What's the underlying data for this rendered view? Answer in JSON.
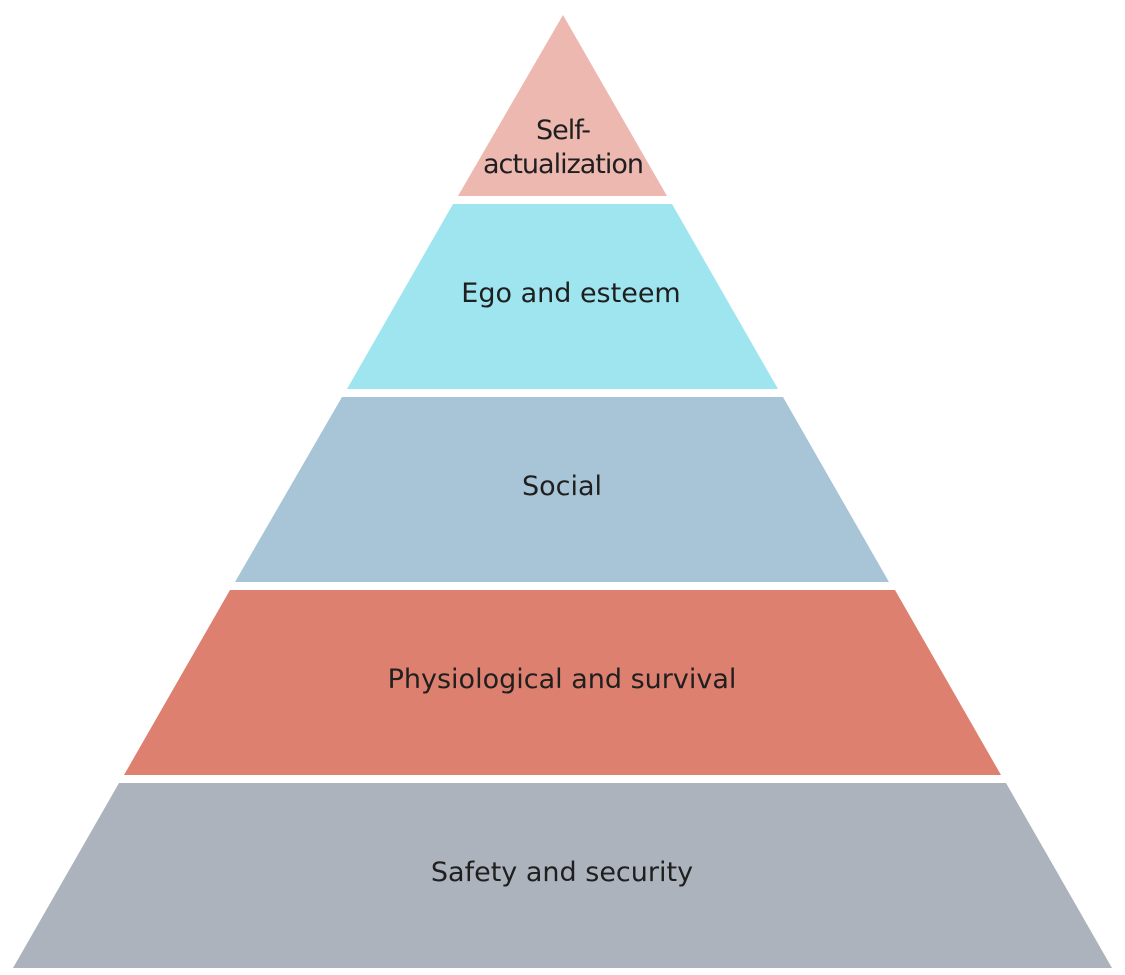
{
  "diagram": {
    "type": "pyramid",
    "tiers": [
      {
        "lines": [
          "Self-",
          "actualization"
        ],
        "color": "#ECB8B0"
      },
      {
        "lines": [
          "Ego and esteem"
        ],
        "color": "#9EE5F0"
      },
      {
        "lines": [
          "Social"
        ],
        "color": "#A7C5D6"
      },
      {
        "lines": [
          "Physiological and survival"
        ],
        "color": "#DE806F"
      },
      {
        "lines": [
          "Safety and security"
        ],
        "color": "#ACB3BC"
      }
    ]
  }
}
